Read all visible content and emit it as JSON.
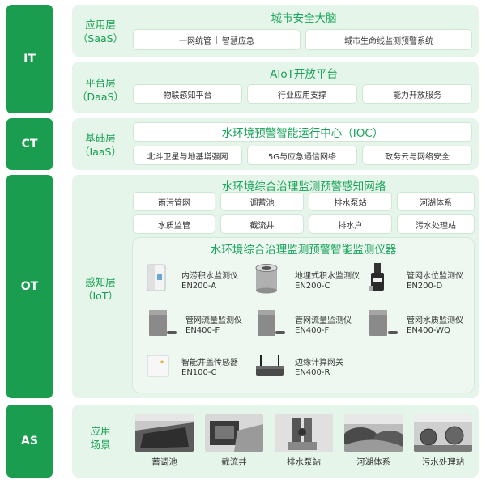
{
  "sidebar": {
    "it": "IT",
    "ct": "CT",
    "ot": "OT",
    "as": "AS"
  },
  "saas": {
    "layer_l1": "应用层",
    "layer_l2": "（SaaS）",
    "title": "城市安全大脑",
    "box1_a": "一网统管",
    "box1_b": "智慧应急",
    "box2": "城市生命线监测预警系统"
  },
  "daas": {
    "layer_l1": "平台层",
    "layer_l2": "（DaaS）",
    "title": "AIoT开放平台",
    "boxes": [
      "物联感知平台",
      "行业应用支撑",
      "能力开放服务"
    ]
  },
  "iaas": {
    "layer_l1": "基础层",
    "layer_l2": "（IaaS）",
    "title": "水环境预警智能运行中心（IOC）",
    "boxes": [
      "北斗卫星与地基增强网",
      "5G与应急通信网络",
      "政务云与网络安全"
    ]
  },
  "iot": {
    "layer_l1": "感知层",
    "layer_l2": "（IoT）",
    "network_title": "水环境综合治理监测预警感知网络",
    "network_items": [
      "雨污管网",
      "调蓄池",
      "排水泵站",
      "河湖体系",
      "水质监管",
      "截流井",
      "排水户",
      "污水处理站"
    ],
    "instrument_title": "水环境综合治理监测预警智能监测仪器",
    "devices": [
      {
        "name": "内涝积水监测仪",
        "model": "EN200-A",
        "icon": "water-logging-monitor-icon"
      },
      {
        "name": "地埋式积水监测仪",
        "model": "EN200-C",
        "icon": "buried-water-monitor-icon"
      },
      {
        "name": "管网水位监测仪",
        "model": "EN200-D",
        "icon": "pipe-level-monitor-icon"
      },
      {
        "name": "管网流量监测仪",
        "model": "EN400-F",
        "icon": "pipe-flow-monitor-icon"
      },
      {
        "name": "管网流量监测仪",
        "model": "EN400-F",
        "icon": "pipe-flow-monitor-icon"
      },
      {
        "name": "管网水质监测仪",
        "model": "EN400-WQ",
        "icon": "water-quality-monitor-icon"
      },
      {
        "name": "智能井盖传感器",
        "model": "EN100-C",
        "icon": "manhole-sensor-icon"
      },
      {
        "name": "边缘计算网关",
        "model": "EN400-R",
        "icon": "edge-gateway-icon"
      }
    ]
  },
  "as": {
    "label_l1": "应用",
    "label_l2": "场景",
    "scenes": [
      "蓄调池",
      "截流井",
      "排水泵站",
      "河湖体系",
      "污水处理站"
    ]
  },
  "colors": {
    "accent": "#1a9d4f",
    "title_green": "#17a358",
    "panel_bg": "#e6f5ea"
  }
}
